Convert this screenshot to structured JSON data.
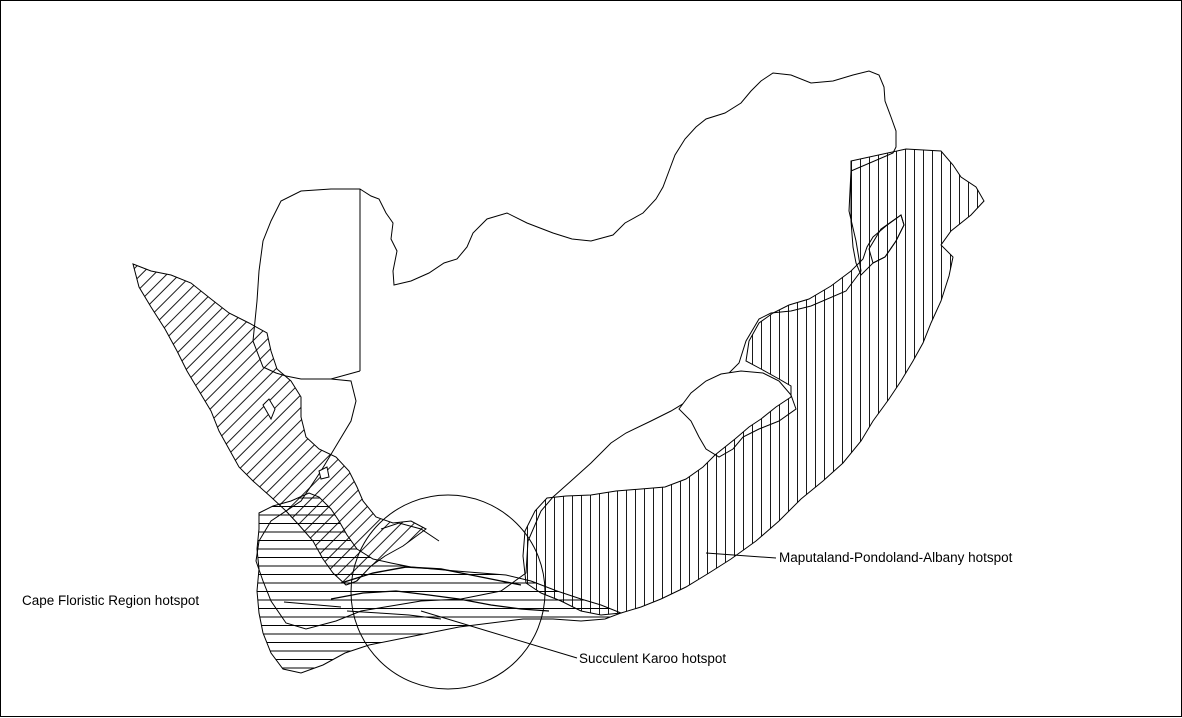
{
  "map": {
    "labels": {
      "cape": "Cape Floristic Region hotspot",
      "karoo": "Succulent Karoo hotspot",
      "maputaland": "Maputaland-Pondoland-Albany hotspot"
    },
    "colors": {
      "outline": "#000000",
      "background": "#ffffff"
    },
    "hatch_styles": {
      "cape": "horizontal",
      "karoo": "diagonal",
      "maputaland": "vertical"
    }
  }
}
